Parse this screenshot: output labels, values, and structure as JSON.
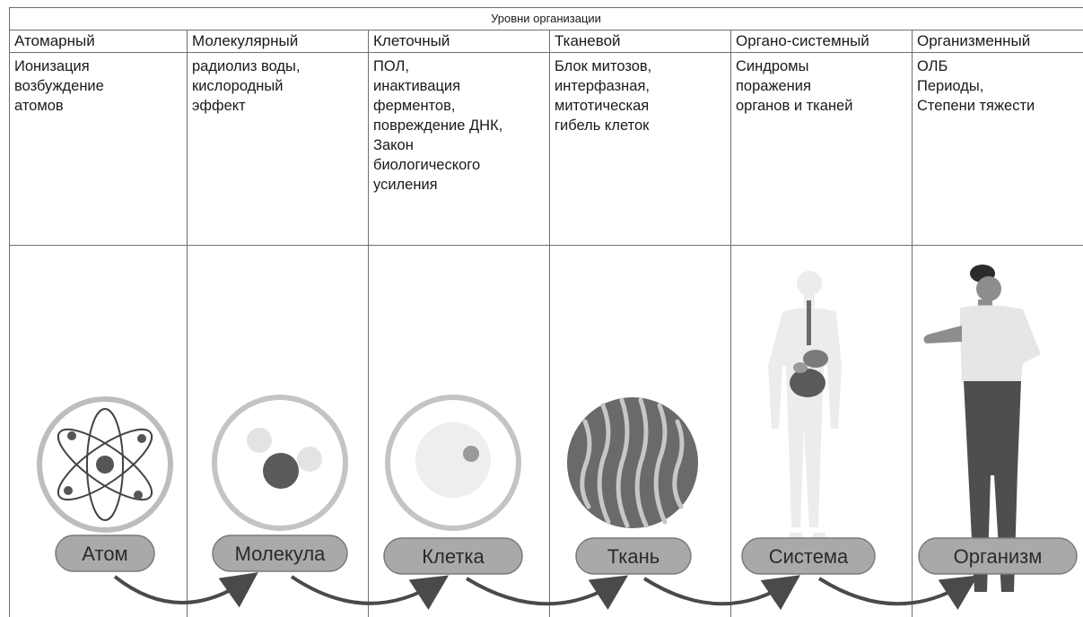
{
  "table": {
    "title": "Уровни организации",
    "columns": [
      {
        "heading": "Атомарный",
        "text": "Ионизация\nвозбуждение\nатомов"
      },
      {
        "heading": "Молекулярный",
        "text": "радиолиз воды,\nкислородный\nэффект"
      },
      {
        "heading": "Клеточный",
        "text": "ПОЛ,\nинактивация\nферментов,\nповреждение ДНК,\nЗакон\nбиологического\nусиления"
      },
      {
        "heading": "Тканевой",
        "text": "Блок митозов,\nинтерфазная,\nмитотическая\nгибель клеток"
      },
      {
        "heading": "Органо-системный",
        "text": "Синдромы\nпоражения\nорганов и тканей"
      },
      {
        "heading": "Организменный",
        "text": "ОЛБ\nПериоды,\nСтепени тяжести"
      }
    ]
  },
  "illustration": {
    "labels": [
      "Атом",
      "Молекула",
      "Клетка",
      "Ткань",
      "Система",
      "Организм"
    ],
    "icons": [
      "atom-icon",
      "molecule-icon",
      "cell-icon",
      "tissue-icon",
      "human-organs-icon",
      "person-icon"
    ]
  }
}
